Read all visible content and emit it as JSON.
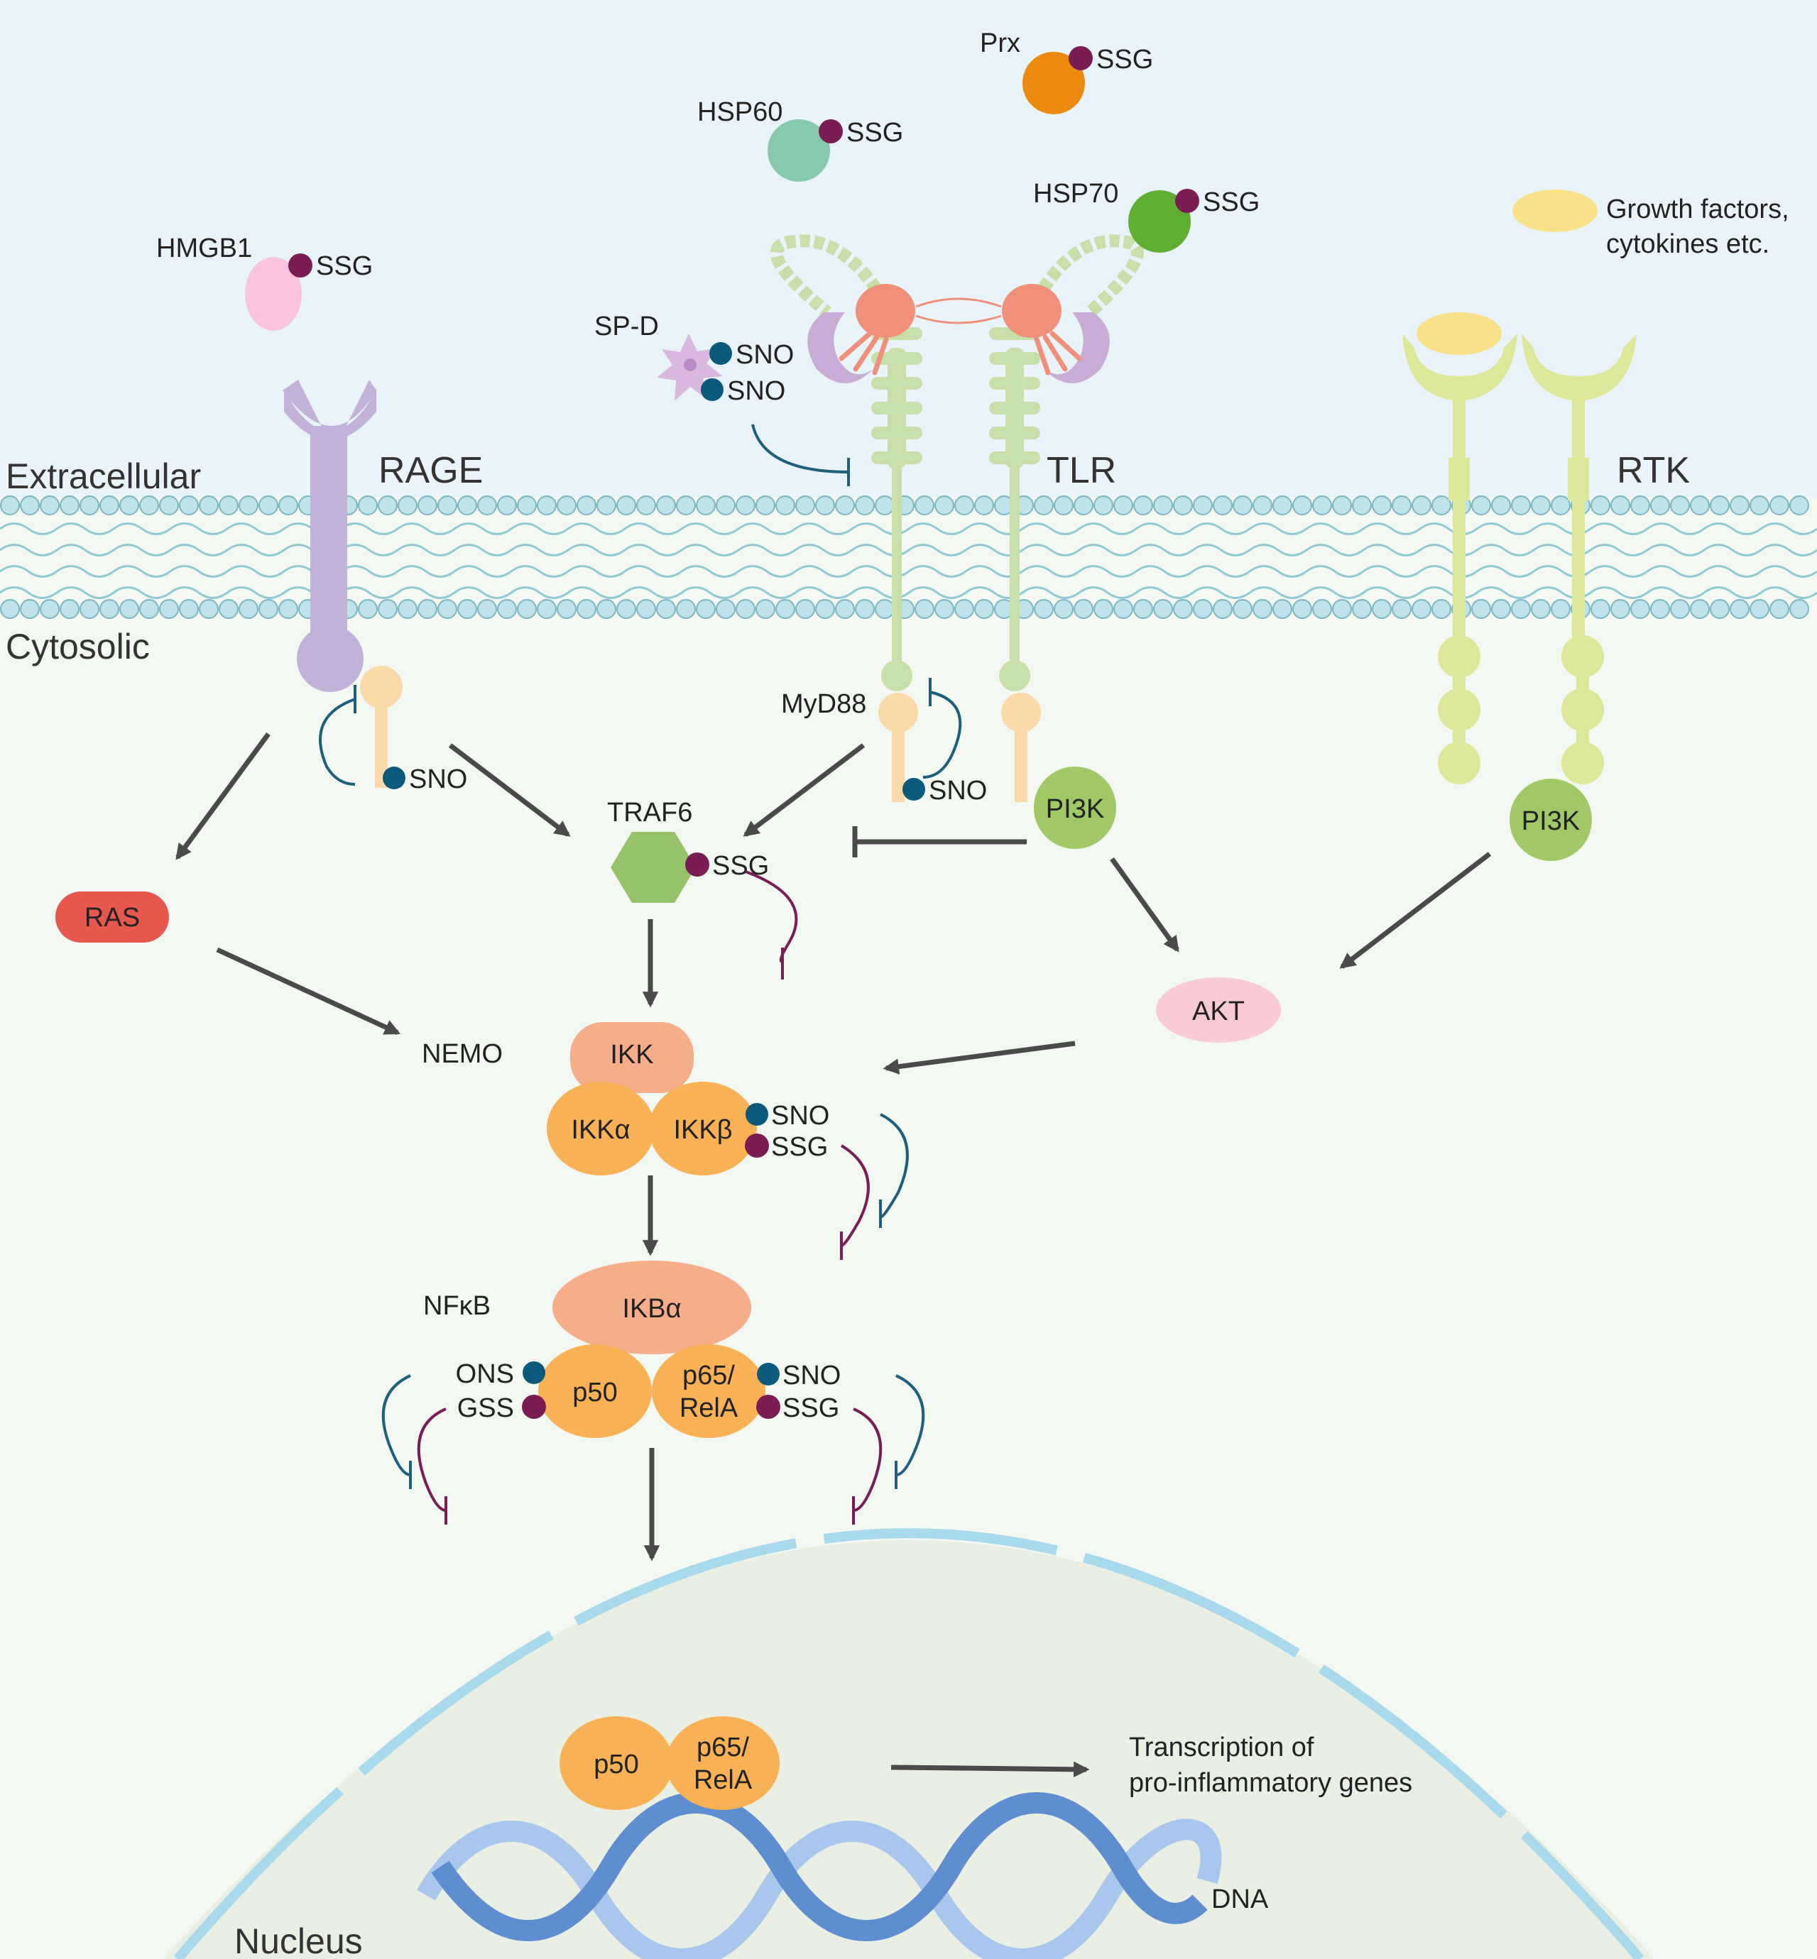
{
  "colors": {
    "extracellular": "#e8f4fa",
    "cytosol": "#f4f8f2",
    "nucleus": "#e9f0e3",
    "nuclear_envelope": "#a9d9ec",
    "membrane_head": "#bfe3ea",
    "membrane_head_stroke": "#7cb8c2",
    "ssg_dot": "#7b1d55",
    "sno_dot": "#0b5a7c",
    "arrow": "#4a4a4a",
    "inhibit_blue": "#1f5f7e",
    "inhibit_purple": "#7b1d55",
    "rage": "#c2b2d9",
    "tlr": "#c7dfa8",
    "tlr_domain": "#f0907a",
    "tlr_crescent": "#c9acd6",
    "rtk": "#dde79a",
    "adaptor": "#fcd9a8",
    "ikk_top": "#f6ad8a",
    "ikk_sub": "#f8b154",
    "pi3k": "#a1c867",
    "ras": "#e6574e",
    "traf6": "#96c269",
    "akt": "#f8cbd6",
    "hmgb1": "#f8c4de",
    "hsp60": "#86c9ad",
    "hsp70": "#5fae32",
    "prx": "#ec8a0f",
    "spd": "#d9b9de",
    "growth_factor": "#fbe08a",
    "dna_dark": "#5f8ed0",
    "dna_light": "#a9c7ec"
  },
  "regions": {
    "extracellular": "Extracellular",
    "cytosolic": "Cytosolic",
    "nucleus": "Nucleus"
  },
  "receptors": {
    "rage": "RAGE",
    "tlr": "TLR",
    "rtk": "RTK"
  },
  "ligands": {
    "hmgb1": "HMGB1",
    "hsp60": "HSP60",
    "prx": "Prx",
    "hsp70": "HSP70",
    "spd": "SP-D",
    "growth_factors_line1": "Growth factors,",
    "growth_factors_line2": "cytokines etc."
  },
  "mods": {
    "ssg": "SSG",
    "sno": "SNO",
    "ons": "ONS",
    "gss": "GSS"
  },
  "signaling": {
    "myd88": "MyD88",
    "traf6": "TRAF6",
    "pi3k": "PI3K",
    "ras": "RAS",
    "akt": "AKT",
    "nemo": "NEMO",
    "ikk": "IKK",
    "ikk_alpha": "IKKα",
    "ikk_beta": "IKKβ",
    "nfkb": "NFκB",
    "ikb_alpha": "IKBα",
    "p50": "p50",
    "p65_line1": "p65/",
    "p65_line2": "RelA"
  },
  "nucleus": {
    "transcription_line1": "Transcription of",
    "transcription_line2": "pro-inflammatory genes",
    "dna": "DNA"
  }
}
